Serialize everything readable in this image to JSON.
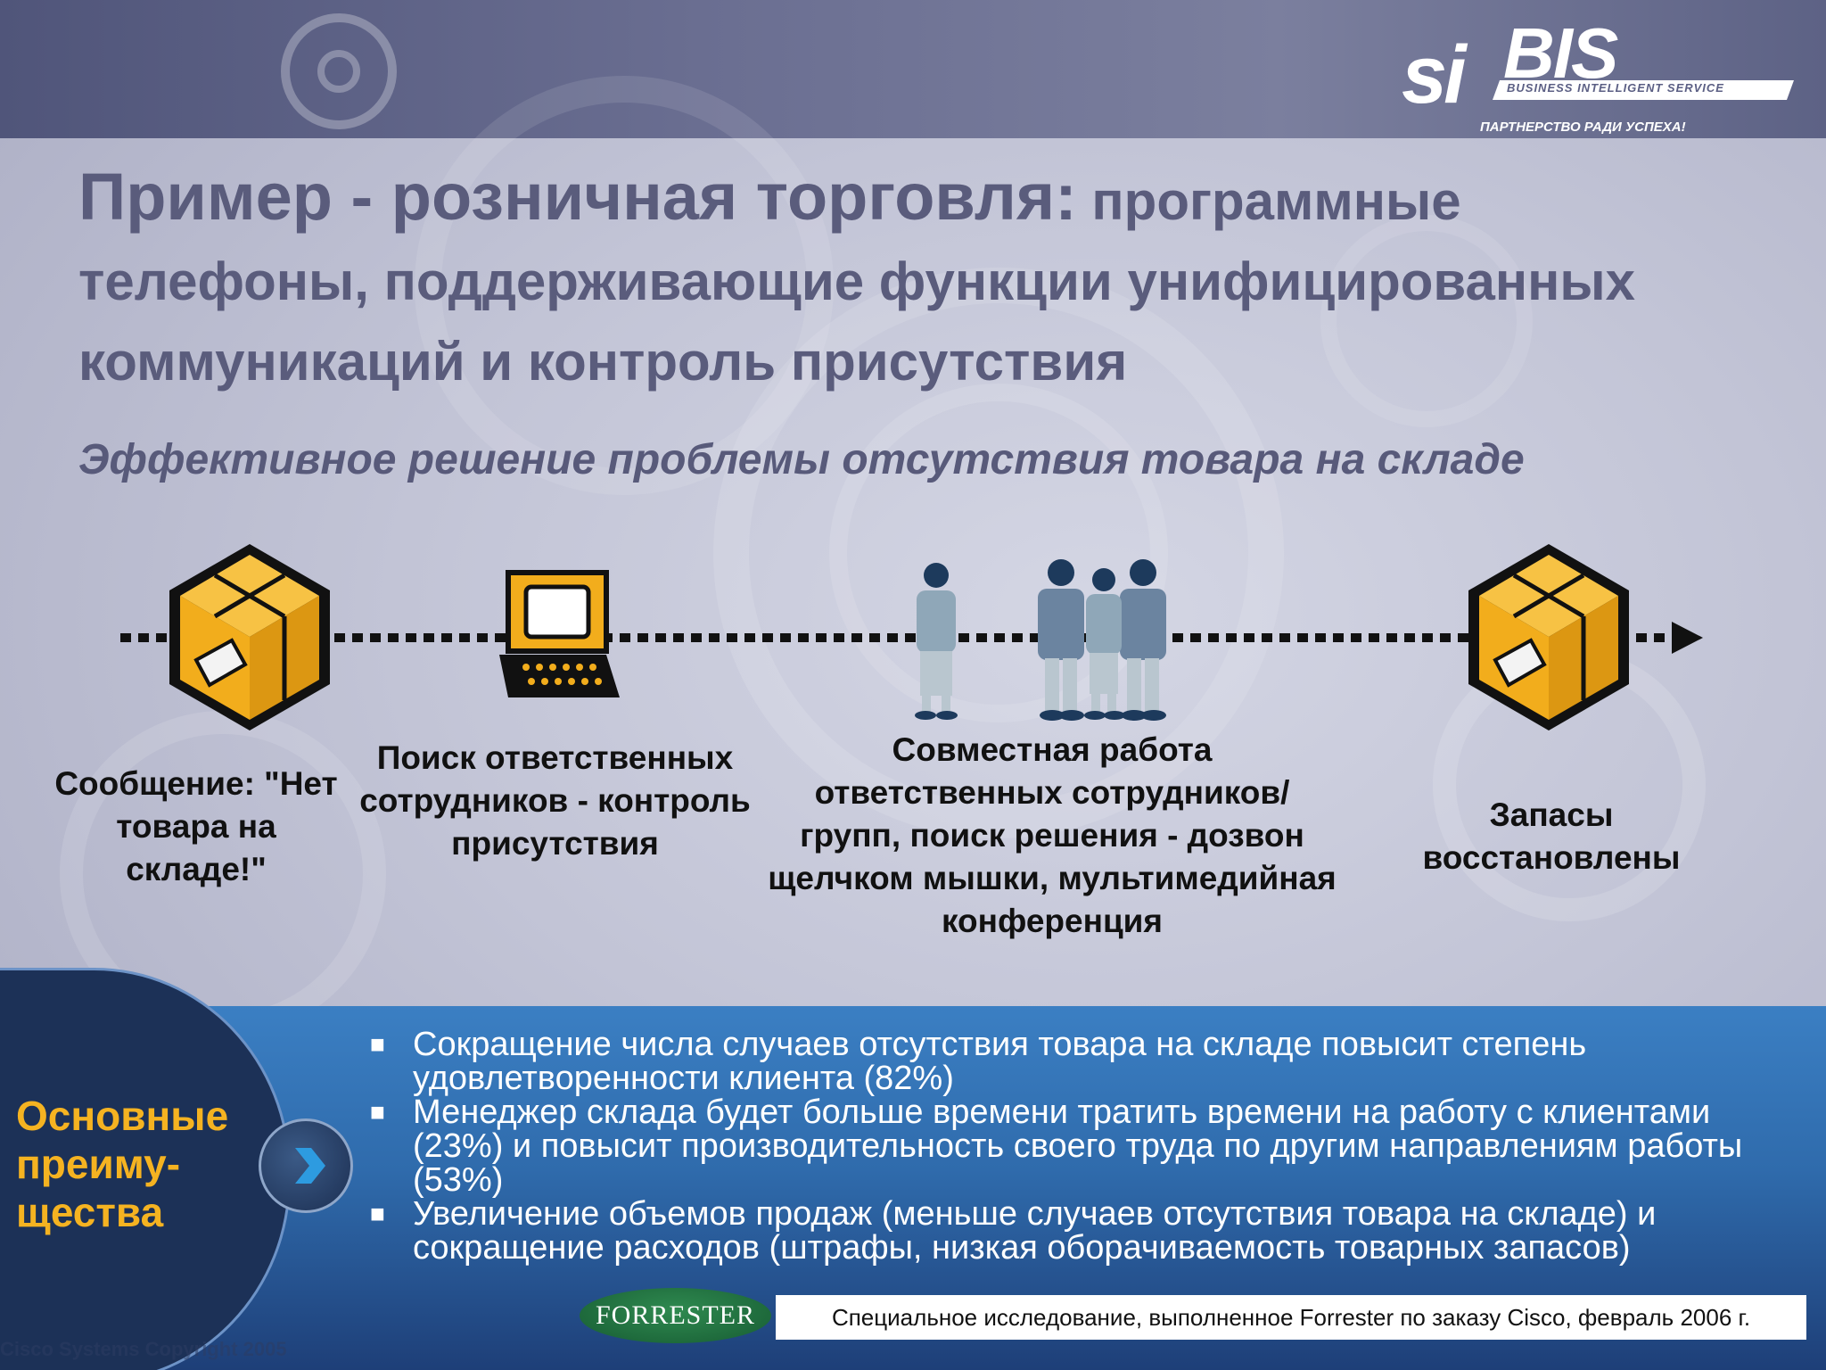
{
  "logo": {
    "si": "si",
    "bis": "BIS",
    "sub": "BUSINESS INTELLIGENT SERVICE",
    "tagline": "ПАРТНЕРСТВО РАДИ УСПЕХА!"
  },
  "title": {
    "big": "Пример - розничная торговля:",
    "rest": " программные телефоны, поддерживающие функции унифицированных коммуникаций и контроль присутствия"
  },
  "subtitle": "Эффективное решение проблемы отсутствия товара на складе",
  "steps": [
    {
      "label": "Сообщение: \"Нет товара на складе!\"",
      "icon": "box-icon"
    },
    {
      "label": "Поиск ответственных сотрудников - контроль присутствия",
      "icon": "computer-icon"
    },
    {
      "label": "Совместная работа ответственных сотрудников/групп, поиск решения - дозвон щелчком мышки, мультимедийная конференция",
      "icon": "people-icon"
    },
    {
      "label": "Запасы восстановлены",
      "icon": "box-icon"
    }
  ],
  "benefits": {
    "title": "Основные преиму-щества",
    "items": [
      "Сокращение числа случаев отсутствия товара на складе повысит степень удовлетворенности клиента (82%)",
      "Менеджер склада будет больше времени тратить времени на работу с клиентами (23%) и повысит производительность своего труда по другим направлениям работы (53%)",
      "Увеличение объемов продаж (меньше случаев отсутствия товара на складе) и сокращение расходов (штрафы, низкая оборачиваемость товарных запасов)"
    ]
  },
  "forrester": "FORRESTER",
  "source": "Специальное исследование, выполненное Forrester по заказу Cisco, февраль 2006 г.",
  "copyright": "Cisco Systems Copyright 2005",
  "colors": {
    "accent": "#f5b321",
    "title": "#5a5c7c",
    "panel": "#2f6bac",
    "box": "#f2ad1c"
  }
}
